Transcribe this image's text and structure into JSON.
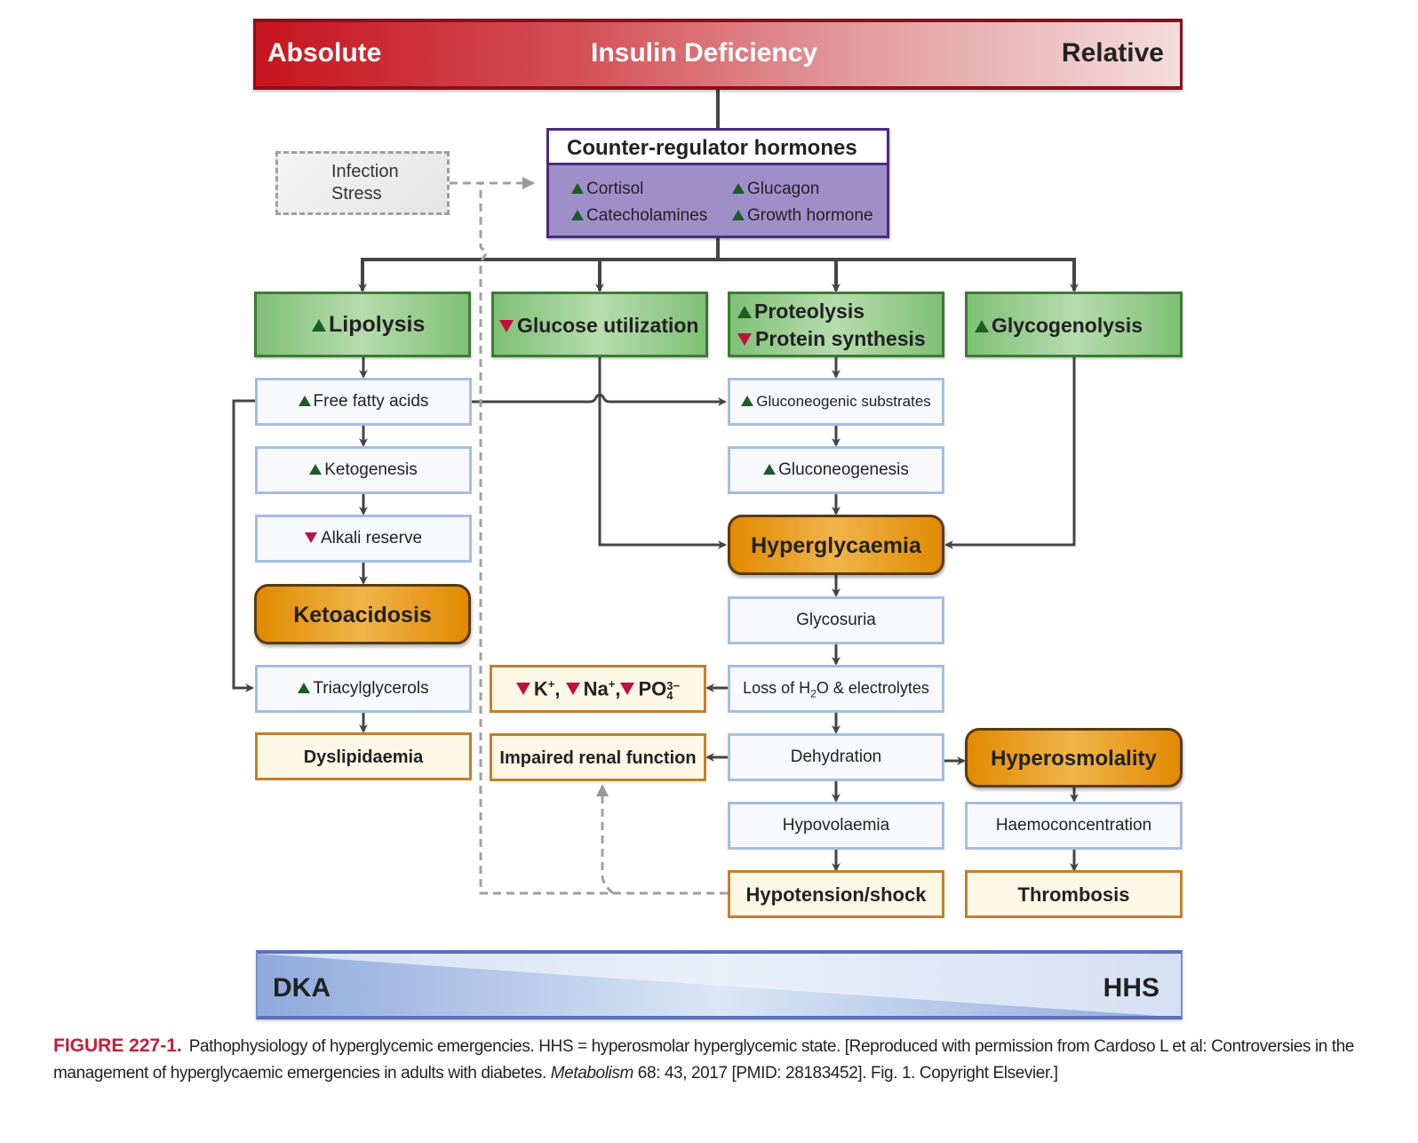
{
  "insulin_bar": {
    "left_label": "Absolute",
    "center_label": "Insulin Deficiency",
    "right_label": "Relative"
  },
  "triggers": {
    "line1": "Infection",
    "line2": "Stress"
  },
  "counter_regulator": {
    "title": "Counter-regulator hormones",
    "items": [
      {
        "label": "Cortisol",
        "direction": "up"
      },
      {
        "label": "Glucagon",
        "direction": "up"
      },
      {
        "label": "Catecholamines",
        "direction": "up"
      },
      {
        "label": "Growth hormone",
        "direction": "up"
      }
    ]
  },
  "processes": {
    "lipolysis": {
      "label": "Lipolysis",
      "direction": "up"
    },
    "glucose_utilization": {
      "label": "Glucose utilization",
      "direction": "down"
    },
    "proteolysis": {
      "label": "Proteolysis",
      "direction": "up"
    },
    "protein_synthesis": {
      "label": "Protein synthesis",
      "direction": "down"
    },
    "glycogenolysis": {
      "label": "Glycogenolysis",
      "direction": "up"
    }
  },
  "lipid_path": {
    "free_fatty_acids": "Free fatty acids",
    "ketogenesis": "Ketogenesis",
    "alkali_reserve": "Alkali reserve",
    "ketoacidosis": "Ketoacidosis",
    "triacylglycerols": "Triacylglycerols",
    "dyslipidaemia": "Dyslipidaemia"
  },
  "glucose_path": {
    "gluconeogenic_substrates": "Gluconeogenic substrates",
    "gluconeogenesis": "Gluconeogenesis",
    "hyperglycaemia": "Hyperglycaemia",
    "glycosuria": "Glycosuria",
    "loss_prefix": "Loss of H",
    "loss_sub": "2",
    "loss_suffix": "O & electrolytes",
    "dehydration": "Dehydration",
    "hypovolaemia": "Hypovolaemia",
    "hypotension": "Hypotension/shock"
  },
  "electrolytes": {
    "k": "K",
    "k_sup": "+",
    "na": "Na",
    "na_sup": "+",
    "po": "PO",
    "po_sup": "3−",
    "po_sub": "4",
    "separator": ","
  },
  "renal": {
    "impaired_renal_function": "Impaired renal function"
  },
  "osmolar_path": {
    "hyperosmolality": "Hyperosmolality",
    "haemoconcentration": "Haemoconcentration",
    "thrombosis": "Thrombosis"
  },
  "spectrum_bar": {
    "left_label": "DKA",
    "right_label": "HHS"
  },
  "caption": {
    "figure_label": "FIGURE 227-1.",
    "text_1": "Pathophysiology of hyperglycemic emergencies. HHS = hyperosmolar hyperglycemic state. [Reproduced with permission from Cardoso L et al: Controversies in the management of hyperglycaemic emergencies in adults with diabetes. ",
    "journal": "Metabolism",
    "text_2": " 68: 43, 2017 [PMID: 28183452]. Fig. 1. Copyright Elsevier.]"
  },
  "colors": {
    "up_arrow": "#1a5e25",
    "down_arrow": "#c0103f",
    "insulin_red": "#c8141e",
    "hormone_purple": "#9e8fc9",
    "process_green": "#7fc075",
    "outcome_orange": "#e18a00",
    "spectrum_blue": "#8ea9dc",
    "caption_red": "#c0203a"
  }
}
